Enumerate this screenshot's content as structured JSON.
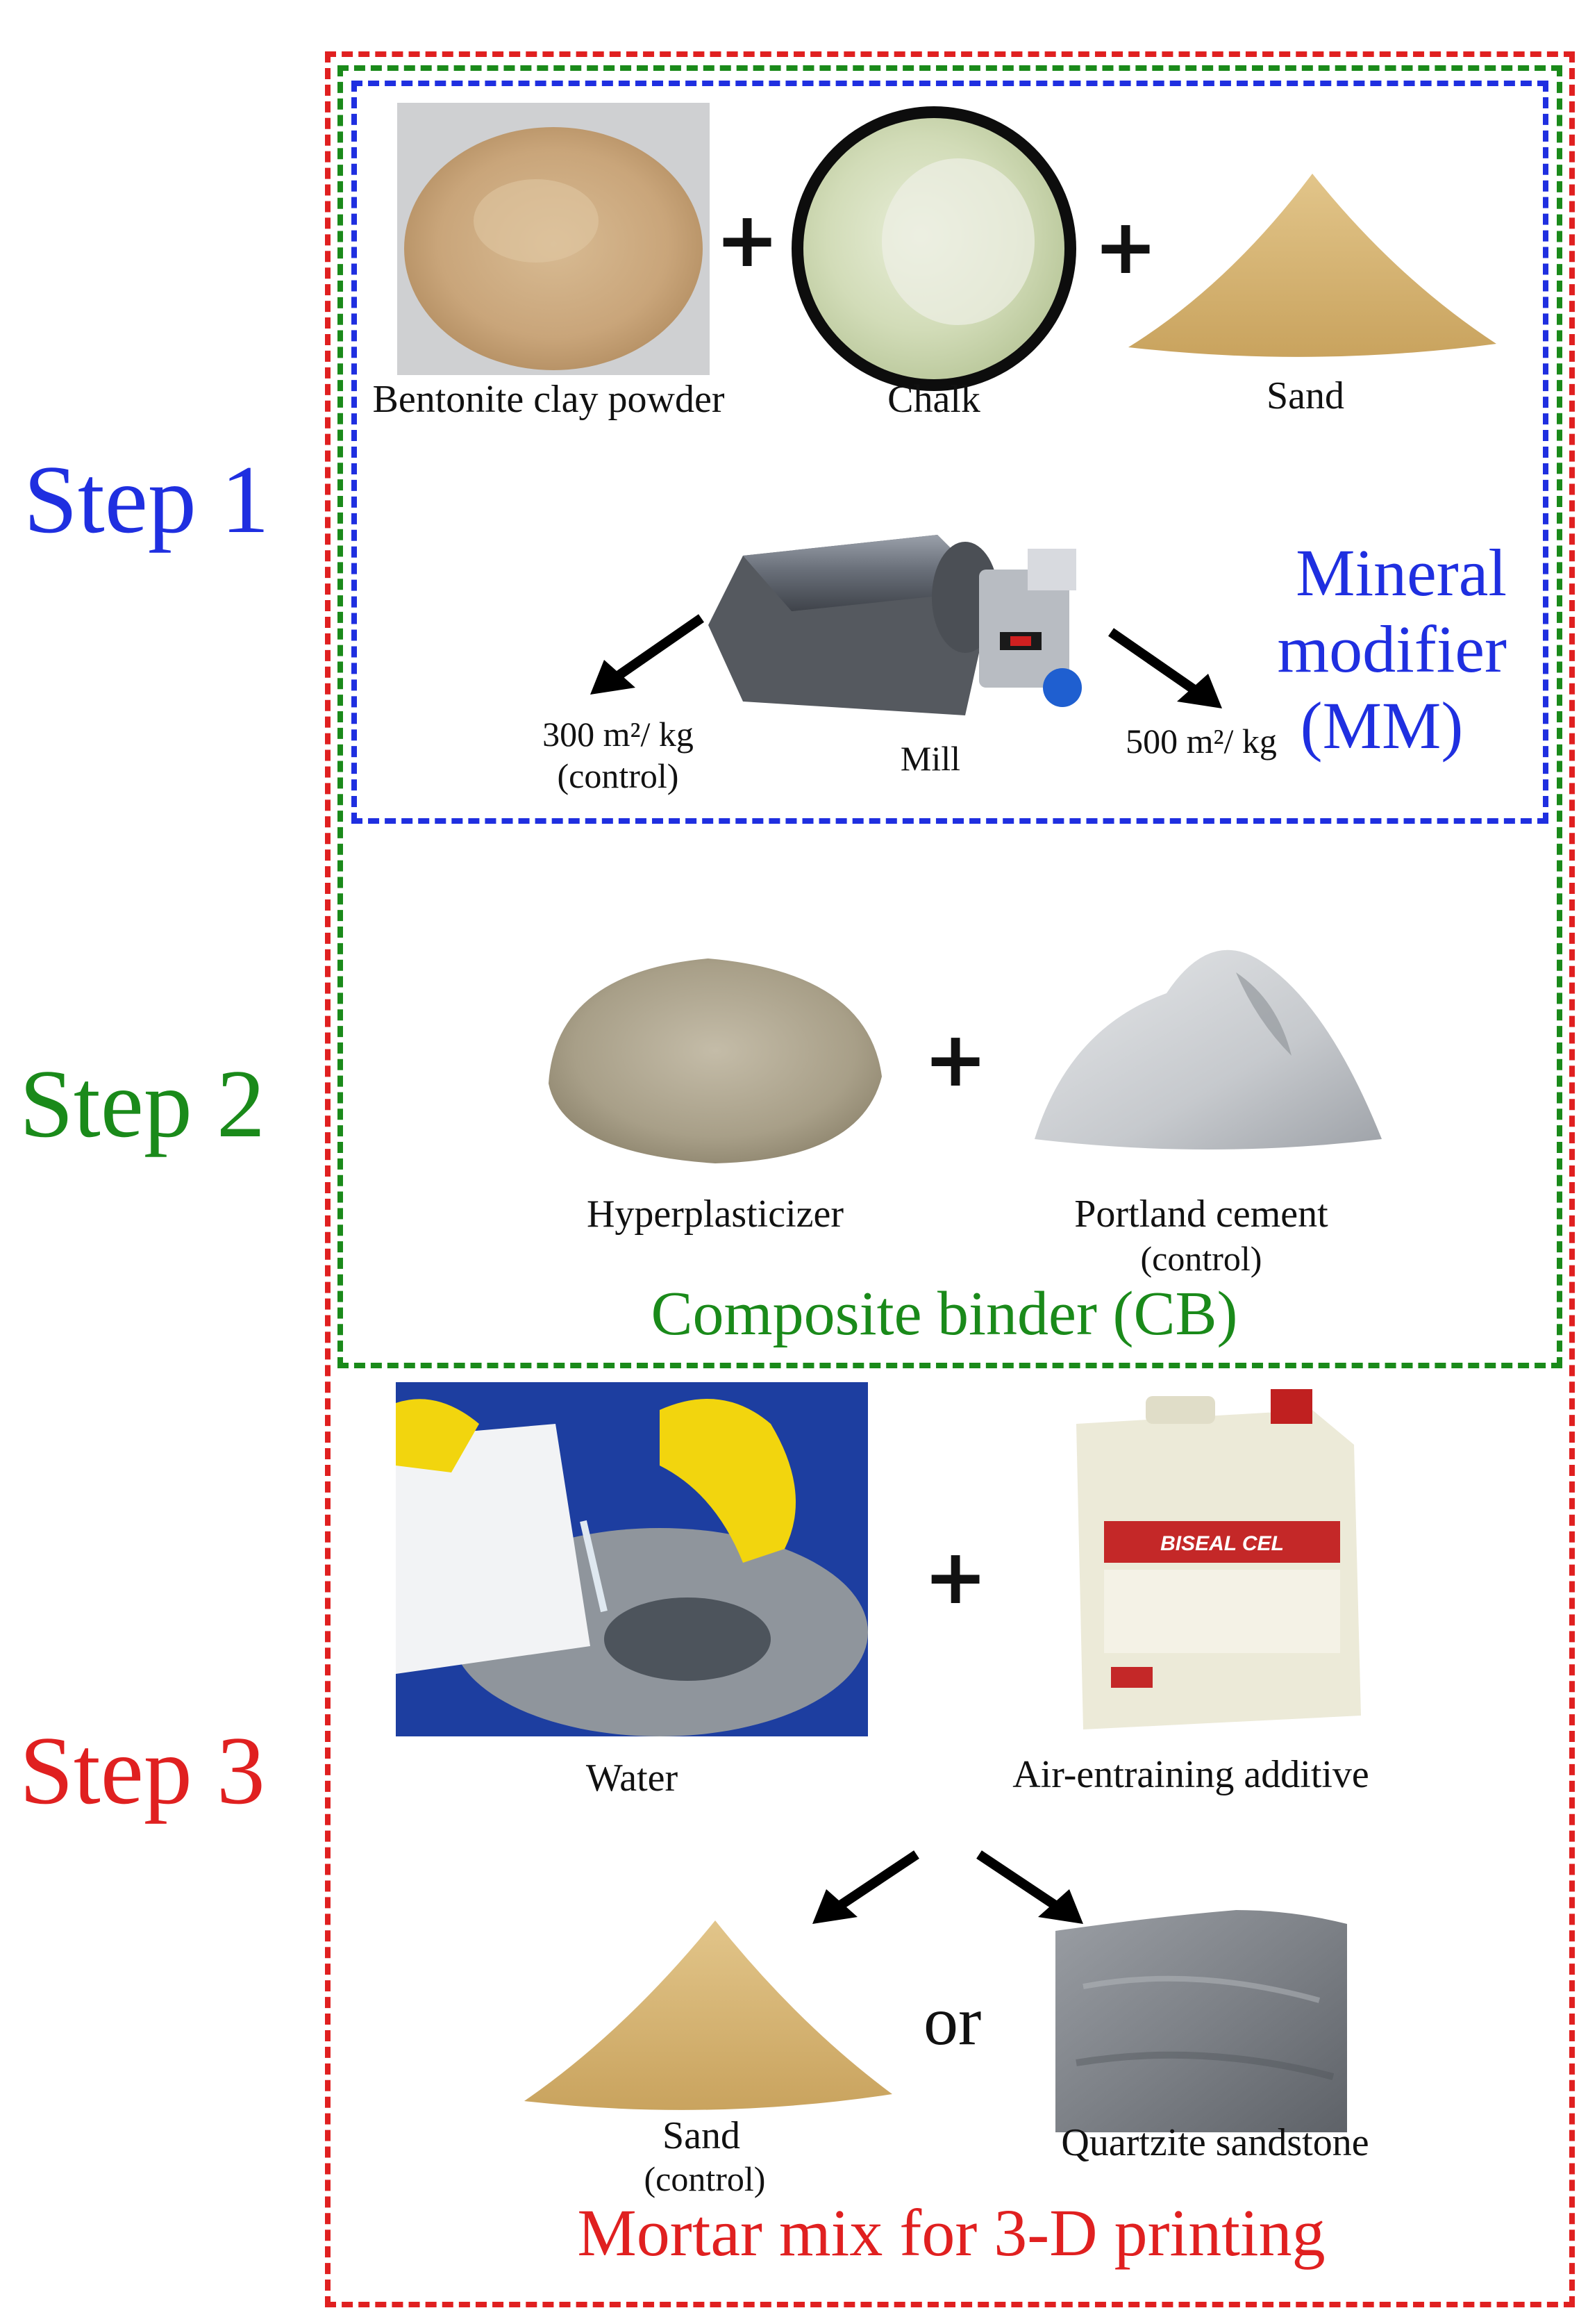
{
  "steps": {
    "step1": {
      "label": "Step 1",
      "color": "#1f2fe0"
    },
    "step2": {
      "label": "Step 2",
      "color": "#1a8a1a"
    },
    "step3": {
      "label": "Step 3",
      "color": "#e02020"
    }
  },
  "step1_items": {
    "bentonite": "Bentonite clay powder",
    "chalk": "Chalk",
    "sand": "Sand",
    "mill": "Mill",
    "control_area": "300 m²/ kg",
    "control_note": "(control)",
    "fine_area": "500 m²/ kg",
    "box_title_line1": "Mineral",
    "box_title_line2": "modifier",
    "box_title_line3": "(MM)"
  },
  "step2_items": {
    "hyperplasticizer": "Hyperplasticizer",
    "portland": "Portland cement",
    "portland_note": "(control)",
    "box_title": "Composite binder (CB)"
  },
  "step3_items": {
    "water": "Water",
    "additive": "Air-entraining additive",
    "canister_label": "BISEAL CEL",
    "sand": "Sand",
    "sand_note": "(control)",
    "or": "or",
    "quartzite": "Quartzite sandstone",
    "box_title": "Mortar mix for 3-D printing"
  },
  "symbols": {
    "plus": "+"
  }
}
